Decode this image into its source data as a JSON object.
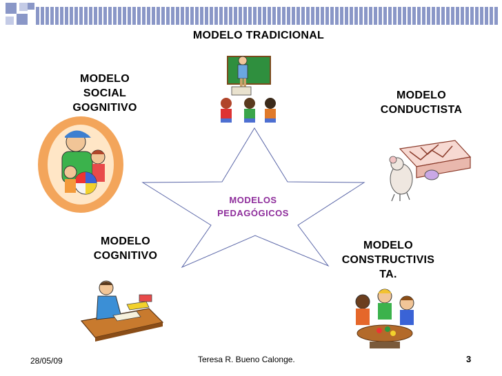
{
  "slide": {
    "title": "MODELO TRADICIONAL",
    "center": {
      "line1": "MODELOS",
      "line2": "PEDAGÓGICOS"
    },
    "models": {
      "social": [
        "MODELO",
        "SOCIAL",
        "GOGNITIVO"
      ],
      "conductista": [
        "MODELO",
        "CONDUCTISTA"
      ],
      "cognitivo": [
        "MODELO",
        "COGNITIVO"
      ],
      "constructivista": [
        "MODELO",
        "CONSTRUCTIVIS",
        "TA."
      ]
    }
  },
  "footer": {
    "date": "28/05/09",
    "author": "Teresa R. Bueno Calonge.",
    "page": "3"
  },
  "colors": {
    "accent_stripes": "#8a97c7",
    "center_text": "#8e2d9b",
    "star_outline": "#5b67a8"
  }
}
